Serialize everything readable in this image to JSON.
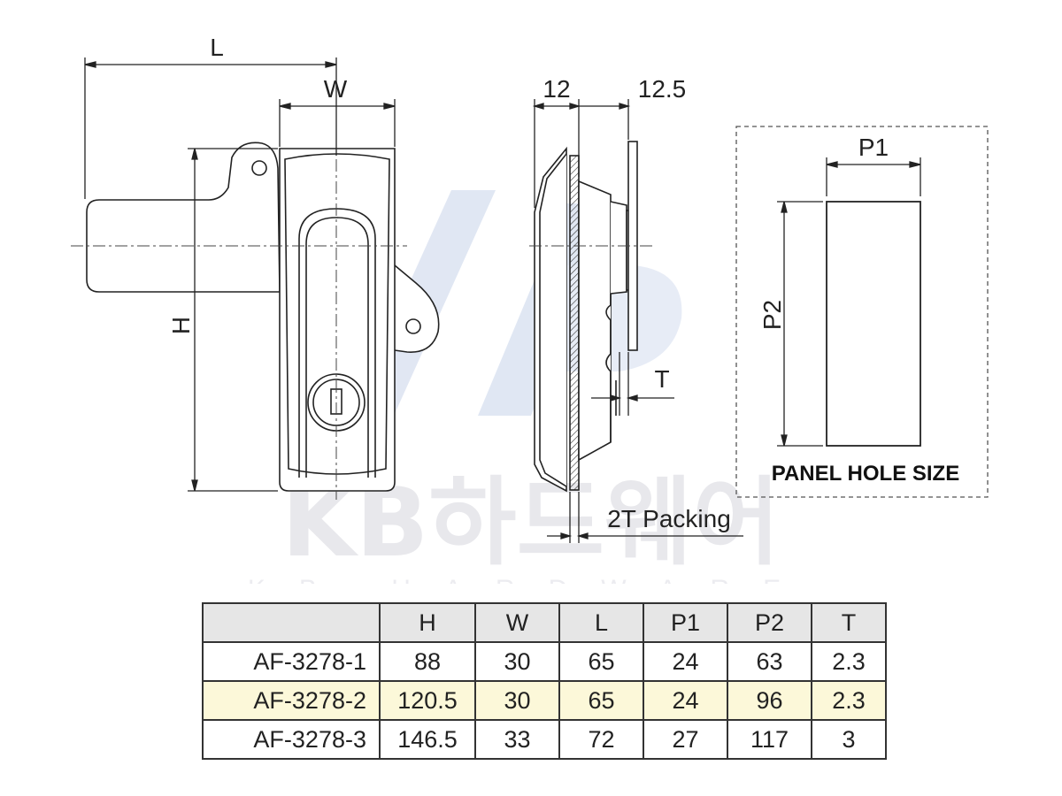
{
  "colors": {
    "line": "#222222",
    "table_header_bg": "#e6e6e6",
    "highlight_row_bg": "#fcf8d9",
    "watermark": "#e8e8ec"
  },
  "dimensions": {
    "front": {
      "length": "L",
      "width": "W",
      "height": "H"
    },
    "side": {
      "depth_a": "12",
      "depth_b": "12.5",
      "thickness": "T",
      "packing": "2T Packing"
    },
    "panel_hole": {
      "p1": "P1",
      "p2": "P2",
      "title": "PANEL HOLE SIZE"
    }
  },
  "watermark": {
    "brand": "KB하드웨어",
    "sub": "KB HARDWARE"
  },
  "table": {
    "headers": [
      "",
      "H",
      "W",
      "L",
      "P1",
      "P2",
      "T"
    ],
    "rows": [
      {
        "model": "AF-3278-1",
        "values": [
          "88",
          "30",
          "65",
          "24",
          "63",
          "2.3"
        ]
      },
      {
        "model": "AF-3278-2",
        "values": [
          "120.5",
          "30",
          "65",
          "24",
          "96",
          "2.3"
        ]
      },
      {
        "model": "AF-3278-3",
        "values": [
          "146.5",
          "33",
          "72",
          "27",
          "117",
          "3"
        ]
      }
    ]
  }
}
